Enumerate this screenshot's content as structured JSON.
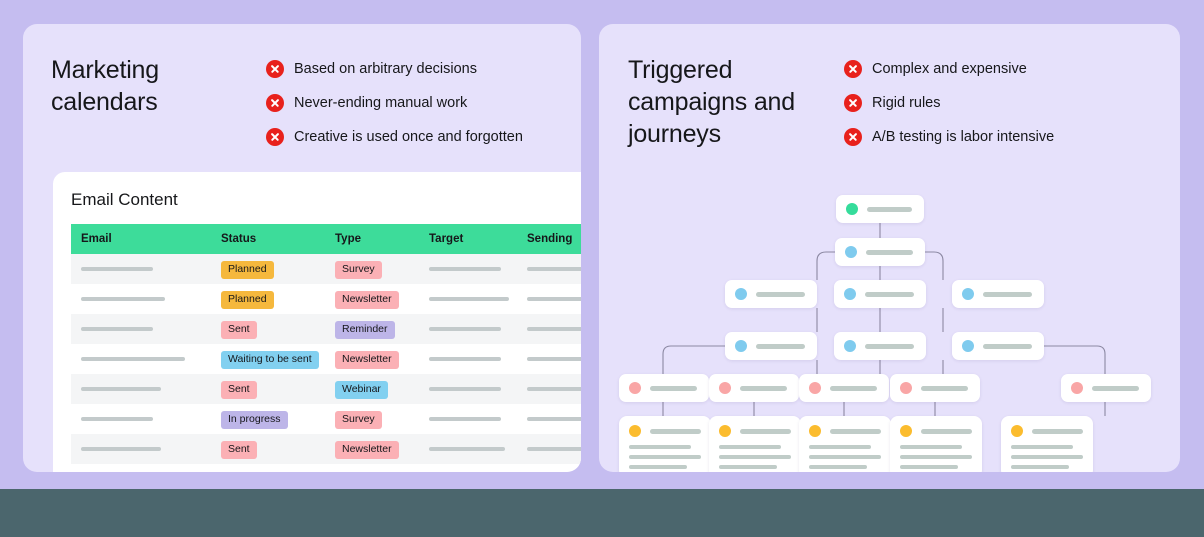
{
  "page": {
    "background_color": "#c5bdf0",
    "panel_color": "#e6e1fb",
    "bottom_bar_color": "#4b666d"
  },
  "left_panel": {
    "title": "Marketing calendars",
    "bullet_icon": "x-circle-icon",
    "bullets": [
      "Based on arbitrary decisions",
      "Never-ending manual work",
      "Creative is used once and forgotten"
    ],
    "card": {
      "title": "Email Content",
      "table": {
        "header_color": "#3ddc9a",
        "columns": [
          "Email",
          "Status",
          "Type",
          "Target",
          "Sending"
        ],
        "rows": [
          {
            "email": "",
            "status": "Planned",
            "status_color": "#f5b83d",
            "type": "Survey",
            "type_color": "#fbb0b5",
            "email_w": 72,
            "target_w": 72,
            "sending_w": 64
          },
          {
            "email": "",
            "status": "Planned",
            "status_color": "#f5b83d",
            "type": "Newsletter",
            "type_color": "#fbb0b5",
            "email_w": 84,
            "target_w": 80,
            "sending_w": 64
          },
          {
            "email": "",
            "status": "Sent",
            "status_color": "#fbb0b5",
            "type": "Reminder",
            "type_color": "#bdb5e8",
            "email_w": 72,
            "target_w": 72,
            "sending_w": 64
          },
          {
            "email": "",
            "status": "Waiting to be sent",
            "status_color": "#82d0f0",
            "type": "Newsletter",
            "type_color": "#fbb0b5",
            "email_w": 104,
            "target_w": 72,
            "sending_w": 64
          },
          {
            "email": "",
            "status": "Sent",
            "status_color": "#fbb0b5",
            "type": "Webinar",
            "type_color": "#82d0f0",
            "email_w": 80,
            "target_w": 72,
            "sending_w": 64
          },
          {
            "email": "",
            "status": "In progress",
            "status_color": "#bdb5e8",
            "type": "Survey",
            "type_color": "#fbb0b5",
            "email_w": 72,
            "target_w": 72,
            "sending_w": 64
          },
          {
            "email": "",
            "status": "Sent",
            "status_color": "#fbb0b5",
            "type": "Newsletter",
            "type_color": "#fbb0b5",
            "email_w": 80,
            "target_w": 76,
            "sending_w": 64
          }
        ]
      }
    }
  },
  "right_panel": {
    "title": "Triggered campaigns and journeys",
    "bullet_icon": "x-circle-icon",
    "bullets": [
      "Complex and expensive",
      "Rigid rules",
      "A/B testing is labor intensive"
    ],
    "diagram": {
      "type": "flow-tree",
      "node_dot_colors": {
        "root": "#35dc9b",
        "level2": "#7fcbee",
        "level3": "#7fcbee",
        "level4": "#7fcbee",
        "level5": "#f9a6a6",
        "level6": "#fbbc2e"
      },
      "levels": [
        {
          "name": "root",
          "dot": "green",
          "count": 1
        },
        {
          "name": "level2",
          "dot": "blue",
          "count": 1
        },
        {
          "name": "level3",
          "dot": "blue",
          "count": 3
        },
        {
          "name": "level4",
          "dot": "blue",
          "count": 3
        },
        {
          "name": "level5",
          "dot": "pink",
          "count": 5
        },
        {
          "name": "level6",
          "dot": "yellow",
          "count": 5
        }
      ]
    }
  }
}
